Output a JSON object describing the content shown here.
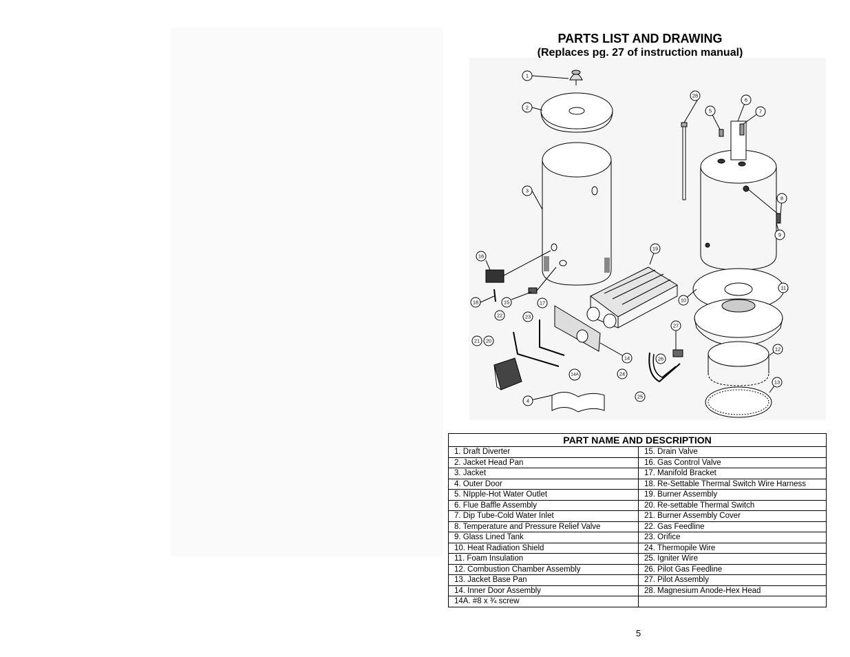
{
  "title": "PARTS LIST AND DRAWING",
  "subtitle": "(Replaces pg. 27 of instruction manual)",
  "callouts": [
    "1",
    "2",
    "3",
    "4",
    "5",
    "6",
    "7",
    "8",
    "9",
    "10",
    "11",
    "12",
    "13",
    "14",
    "14A",
    "15",
    "16",
    "17",
    "18",
    "19",
    "20",
    "21",
    "22",
    "23",
    "24",
    "25",
    "26",
    "27",
    "28"
  ],
  "table": {
    "header": "PART NAME AND DESCRIPTION",
    "rows": [
      [
        "1.   Draft Diverter",
        "15. Drain Valve"
      ],
      [
        "2.   Jacket Head Pan",
        "16. Gas Control Valve"
      ],
      [
        "3.   Jacket",
        "17. Manifold Bracket"
      ],
      [
        "4.   Outer Door",
        "18. Re-Settable Thermal Switch Wire Harness"
      ],
      [
        "5.   NIpple-Hot Water Outlet",
        "19. Burner Assembly"
      ],
      [
        "6.   Flue Baffle Assembly",
        "20. Re-settable Thermal Switch"
      ],
      [
        "7.   Dip Tube-Cold Water Inlet",
        "21. Burner Assembly Cover"
      ],
      [
        "8.   Temperature and Pressure Relief Valve",
        "22. Gas Feedline"
      ],
      [
        "9.   Glass Lined Tank",
        "23. Orifice"
      ],
      [
        "10. Heat Radiation Shield",
        "24. Thermopile Wire"
      ],
      [
        "11. Foam Insulation",
        "25. Igniter Wire"
      ],
      [
        "12. Combustion Chamber Assembly",
        "26. Pilot Gas Feedline"
      ],
      [
        "13. Jacket Base Pan",
        "27. Pilot Assembly"
      ],
      [
        "14. Inner Door Assembly",
        "28. Magnesium Anode-Hex Head"
      ],
      [
        "14A. #8 x ¾ screw",
        ""
      ]
    ]
  },
  "page_number": "5"
}
